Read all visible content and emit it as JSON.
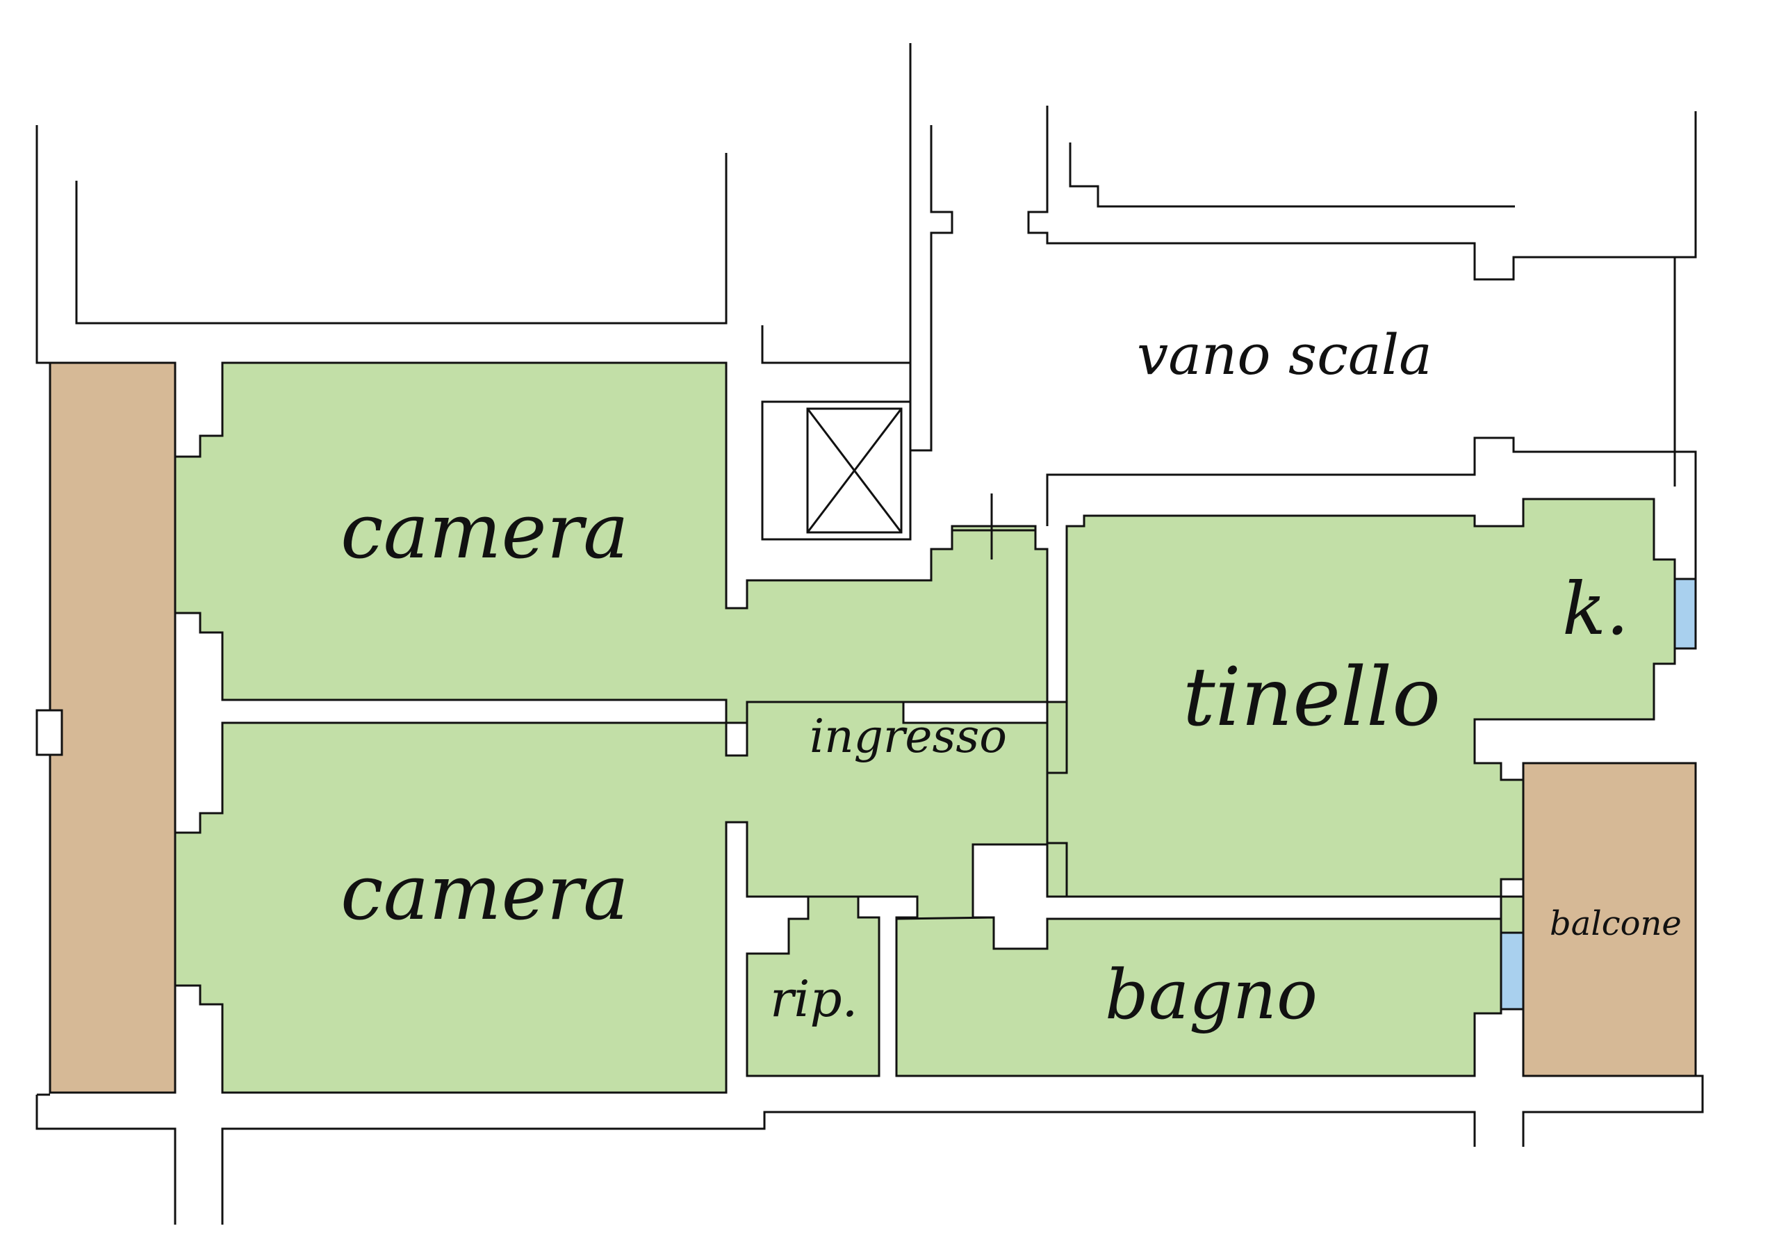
{
  "plan": {
    "rooms": {
      "camera_top": "camera",
      "camera_bottom": "camera",
      "ingresso": "ingresso",
      "tinello": "tinello",
      "kitchen": "k.",
      "ripostiglio": "rip.",
      "bagno": "bagno",
      "balcone": "balcone",
      "vano_scala": "vano scala"
    },
    "colors": {
      "interior": "#c2dfa7",
      "balcony": "#d6b996",
      "window": "#a9d0ee",
      "wall_line": "#111111"
    },
    "icons": {
      "elevator": "elevator-shaft-icon"
    }
  }
}
